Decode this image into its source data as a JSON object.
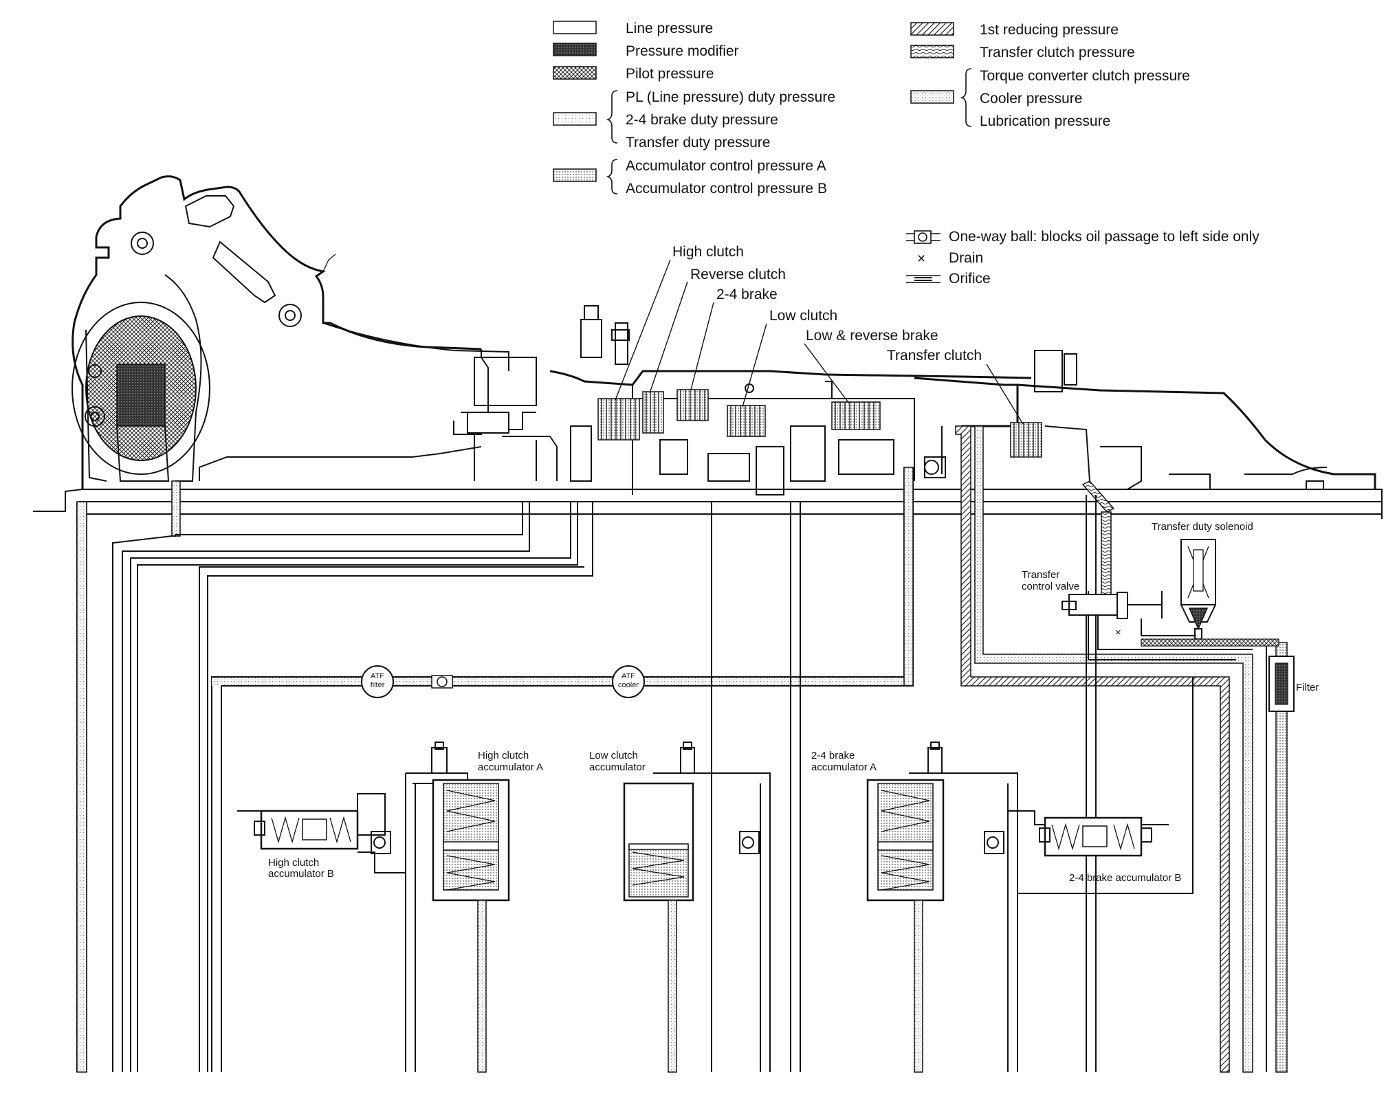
{
  "legend": {
    "line_pressure": "Line pressure",
    "pressure_modifier": "Pressure modifier",
    "pilot_pressure": "Pilot pressure",
    "pl_duty": "PL (Line pressure) duty pressure",
    "brake24_duty": "2-4 brake duty pressure",
    "transfer_duty": "Transfer duty pressure",
    "acc_ctrl_a": "Accumulator control pressure A",
    "acc_ctrl_b": "Accumulator control pressure B",
    "first_reducing": "1st reducing pressure",
    "transfer_clutch_pressure": "Transfer clutch pressure",
    "tcc_pressure": "Torque converter clutch pressure",
    "cooler_pressure": "Cooler pressure",
    "lubrication_pressure": "Lubrication pressure"
  },
  "symbols": {
    "one_way_ball": "One-way ball: blocks oil passage to left side only",
    "drain": "Drain",
    "drain_glyph": "×",
    "orifice": "Orifice"
  },
  "components": {
    "high_clutch": "High clutch",
    "reverse_clutch": "Reverse clutch",
    "brake_24": "2-4 brake",
    "low_clutch": "Low clutch",
    "low_reverse_brake": "Low & reverse brake",
    "transfer_clutch": "Transfer clutch",
    "transfer_duty_solenoid": "Transfer duty solenoid",
    "transfer_control_valve_1": "Transfer",
    "transfer_control_valve_2": "control valve",
    "filter": "Filter",
    "atf_filter_1": "ATF",
    "atf_filter_2": "filter",
    "atf_cooler_1": "ATF",
    "atf_cooler_2": "cooler",
    "high_clutch_acc_a_1": "High clutch",
    "high_clutch_acc_a_2": "accumulator A",
    "high_clutch_acc_b_1": "High clutch",
    "high_clutch_acc_b_2": "accumulator B",
    "low_clutch_acc_1": "Low clutch",
    "low_clutch_acc_2": "accumulator",
    "brake24_acc_a_1": "2-4 brake",
    "brake24_acc_a_2": "accumulator A",
    "brake24_acc_b": "2-4 brake accumulator B"
  },
  "colors": {
    "ink": "#111111",
    "paper": "#ffffff",
    "hatch": "#444444",
    "dot": "#777777"
  }
}
